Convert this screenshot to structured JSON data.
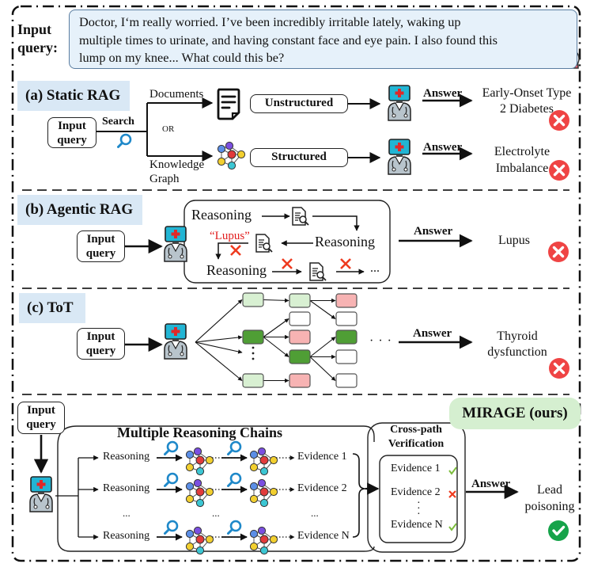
{
  "query": {
    "label": "Input query:",
    "label_line1": "Input",
    "label_line2": "query:",
    "text": "Doctor, I‘m really worried. I’ve been incredibly irritable lately, waking up multiple times to urinate, and having constant face and eye pain. I also found this lump on my knee... What could this be?",
    "avatar_icon": "sick-patient-icon"
  },
  "common": {
    "input_query_line1": "Input",
    "input_query_line2": "query",
    "answer_label": "Answer",
    "reasoning_label": "Reasoning",
    "ellipsis": "...",
    "wrong_icon": "red-x-circle-icon",
    "correct_icon": "green-check-circle-icon",
    "doctor_icon": "doctor-computer-icon"
  },
  "static_rag": {
    "title": "(a) Static RAG",
    "search_label": "Search",
    "or_label": "OR",
    "documents_label": "Documents",
    "kg_label_line1": "Knowledge",
    "kg_label_line2": "Graph",
    "unstructured_label": "Unstructured",
    "structured_label": "Structured",
    "answer1_line1": "Early-Onset Type",
    "answer1_line2": "2 Diabetes",
    "answer1_correct": false,
    "answer2_line1": "Electrolyte",
    "answer2_line2": "Imbalance",
    "answer2_correct": false
  },
  "agentic_rag": {
    "title": "(b) Agentic RAG",
    "lupus_quote": "“Lupus”",
    "answer": "Lupus",
    "answer_correct": false
  },
  "tot": {
    "title": "(c) ToT",
    "answer_line1": "Thyroid",
    "answer_line2": "dysfunction",
    "answer_correct": false,
    "node_colors": {
      "light_green": "#d8f0d2",
      "dark_green": "#4f9e35",
      "pink": "#f7b3b3",
      "white": "#ffffff"
    },
    "columns": [
      [
        "light_green",
        "dark_green",
        "vdots",
        "light_green"
      ],
      [
        "light_green",
        "white",
        "pink",
        "dark_green",
        "pink"
      ],
      [
        "pink",
        "white",
        "dark_green",
        "white",
        "white"
      ]
    ],
    "trailing_ellipsis": "· · ·"
  },
  "mirage": {
    "badge": "MIRAGE (ours)",
    "chains_title": "Multiple Reasoning Chains",
    "chains": [
      {
        "reasoning": "Reasoning",
        "evidence": "Evidence 1"
      },
      {
        "reasoning": "Reasoning",
        "evidence": "Evidence 2"
      },
      {
        "reasoning": "Reasoning",
        "evidence": "Evidence N"
      }
    ],
    "row_ellipsis": "...",
    "verification_title_line1": "Cross-path",
    "verification_title_line2": "Verification",
    "verification": [
      {
        "label": "Evidence 1",
        "status": "check"
      },
      {
        "label": "Evidence 2",
        "status": "cross"
      },
      {
        "label": "Evidence N",
        "status": "check"
      }
    ],
    "answer_line1": "Lead",
    "answer_line2": "poisoning",
    "answer_correct": true
  },
  "colors": {
    "section_label_bg": "#d9e8f5",
    "query_bg": "#e6f1fa",
    "mirage_badge_bg": "#d5efd0",
    "wrong_red": "#ef4444",
    "correct_green": "#16a34a",
    "search_blue": "#1e88c9",
    "lupus_red": "#e11d1d"
  }
}
